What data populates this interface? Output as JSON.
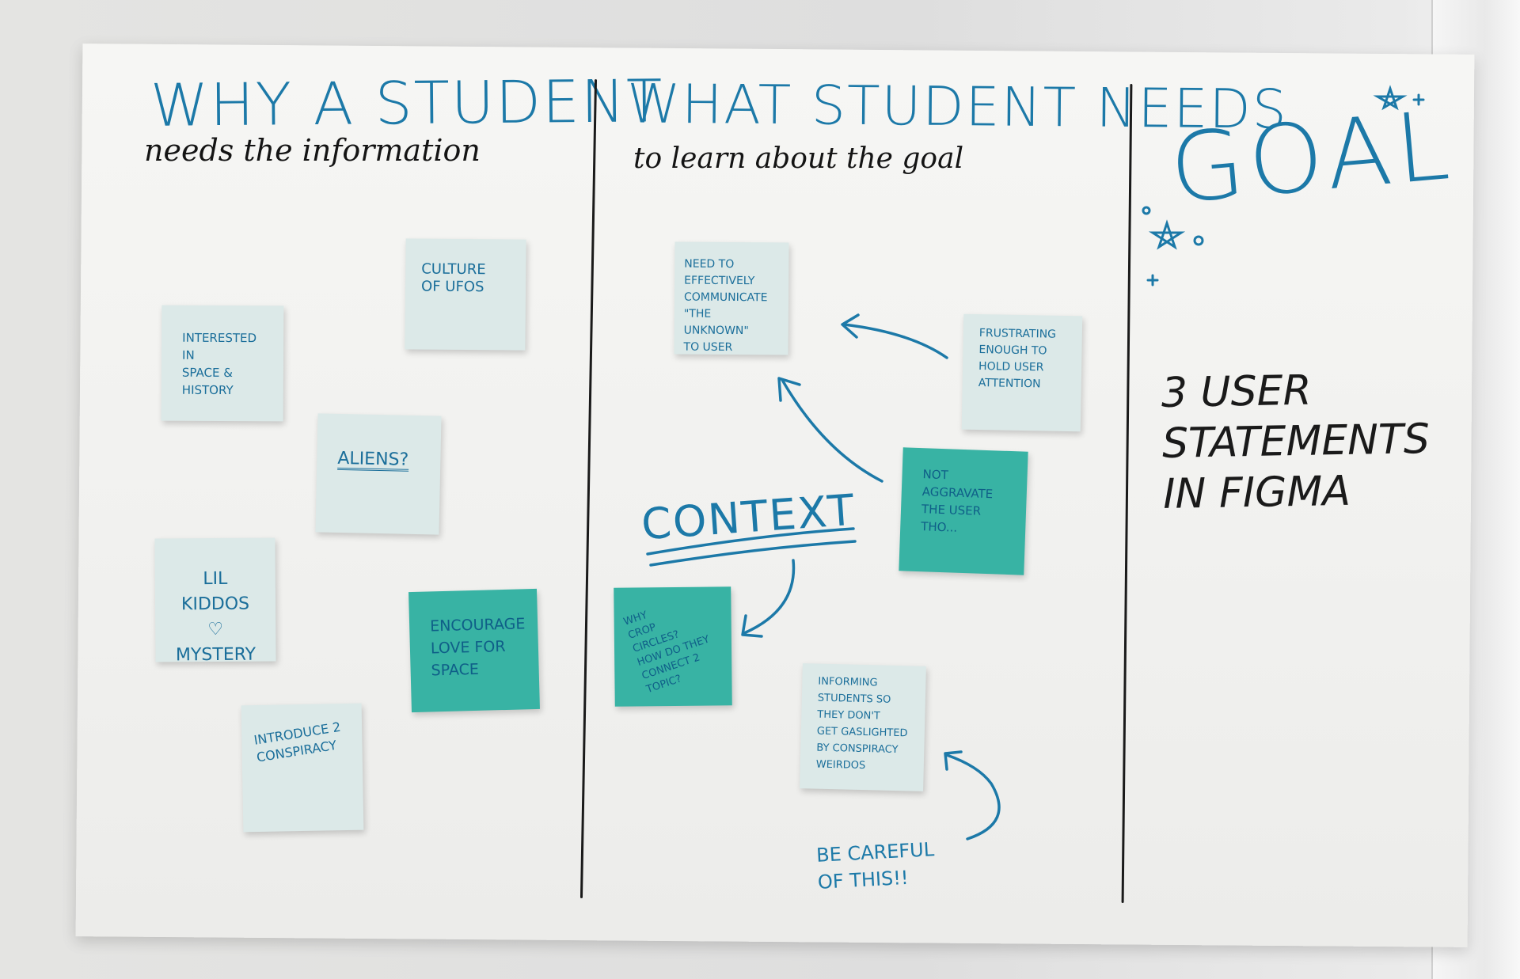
{
  "board": {
    "col1": {
      "title": "WHY A STUDENT",
      "subtitle": "needs the information"
    },
    "col2": {
      "title": "WHAT STUDENT NEEDS",
      "subtitle": "to learn about the goal"
    },
    "col3": {
      "title": "GOAL",
      "statement": "3 USER\nSTATEMENTS\nIN FIGMA"
    },
    "notes_col1": [
      {
        "text": "CULTURE\nOF UFOS",
        "color": "light"
      },
      {
        "text": "INTERESTED IN\nSPACE &\nHISTORY",
        "color": "light"
      },
      {
        "text": "ALIENS?",
        "color": "light"
      },
      {
        "text": "LIL KIDDOS\n♡\nMYSTERY",
        "color": "light"
      },
      {
        "text": "ENCOURAGE\nLOVE FOR\nSPACE",
        "color": "teal"
      },
      {
        "text": "INTRODUCE 2\nCONSPIRACY",
        "color": "light"
      }
    ],
    "notes_col2": [
      {
        "text": "NEED TO\nEFFECTIVELY\nCOMMUNICATE\n\"THE UNKNOWN\"\nTO USER",
        "color": "light"
      },
      {
        "text": "FRUSTRATING\nENOUGH TO\nHOLD USER\nATTENTION",
        "color": "light"
      },
      {
        "text": "NOT\nAGGRAVATE\nTHE USER\nTHO...",
        "color": "teal"
      },
      {
        "text": "WHY\nCROP\nCIRCLES?\nHOW DO THEY\nCONNECT 2\nTOPIC?",
        "color": "teal"
      },
      {
        "text": "INFORMING\nSTUDENTS SO\nTHEY DON'T\nGET GASLIGHTED\nBY CONSPIRACY\nWEIRDOS",
        "color": "light"
      }
    ],
    "context_label": "CONTEXT",
    "careful_label": "BE CAREFUL\nOF THIS!!",
    "colors": {
      "marker_blue": "#1c79a8",
      "sticky_light": "#dce9e8",
      "sticky_teal": "#38b3a4",
      "ink_black": "#141414"
    }
  }
}
